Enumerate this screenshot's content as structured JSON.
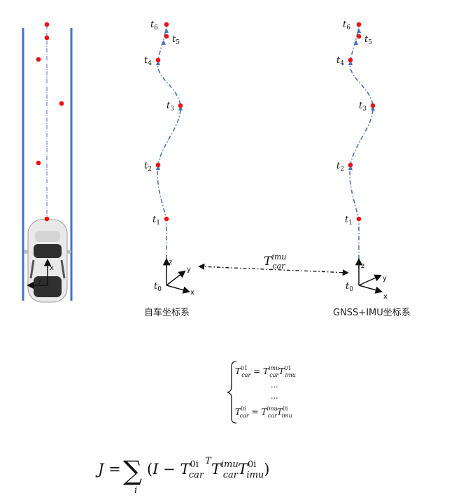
{
  "road": {
    "axis_x": "x",
    "axis_y": "y"
  },
  "vehicle_frame": {
    "caption": "自车坐标系",
    "waypoints": [
      "t1",
      "t2",
      "t3",
      "t4",
      "t5",
      "t6"
    ],
    "origin_label": "t0",
    "axes": {
      "x": "x",
      "y": "y",
      "z": "z"
    }
  },
  "gnss_frame": {
    "caption": "GNSS+IMU坐标系",
    "waypoints": [
      "t1",
      "t2",
      "t3",
      "t4",
      "t5",
      "t6"
    ],
    "origin_label": "t0",
    "axes": {
      "x": "x",
      "y": "y",
      "z": "z"
    }
  },
  "transform": {
    "symbol": "T",
    "subscript": "car",
    "superscript": "imu"
  },
  "equation_system": {
    "first_lhs_sup": "01",
    "last_lhs_sup": "0i",
    "ellipsis": "..."
  },
  "objective": {
    "J": "J",
    "sum_index": "i",
    "I": "I",
    "transpose": "T"
  },
  "colors": {
    "road_line": "#4472c4",
    "trajectory": "#4472c4",
    "point": "#ee1111",
    "car_body": "#e8e8e8"
  }
}
